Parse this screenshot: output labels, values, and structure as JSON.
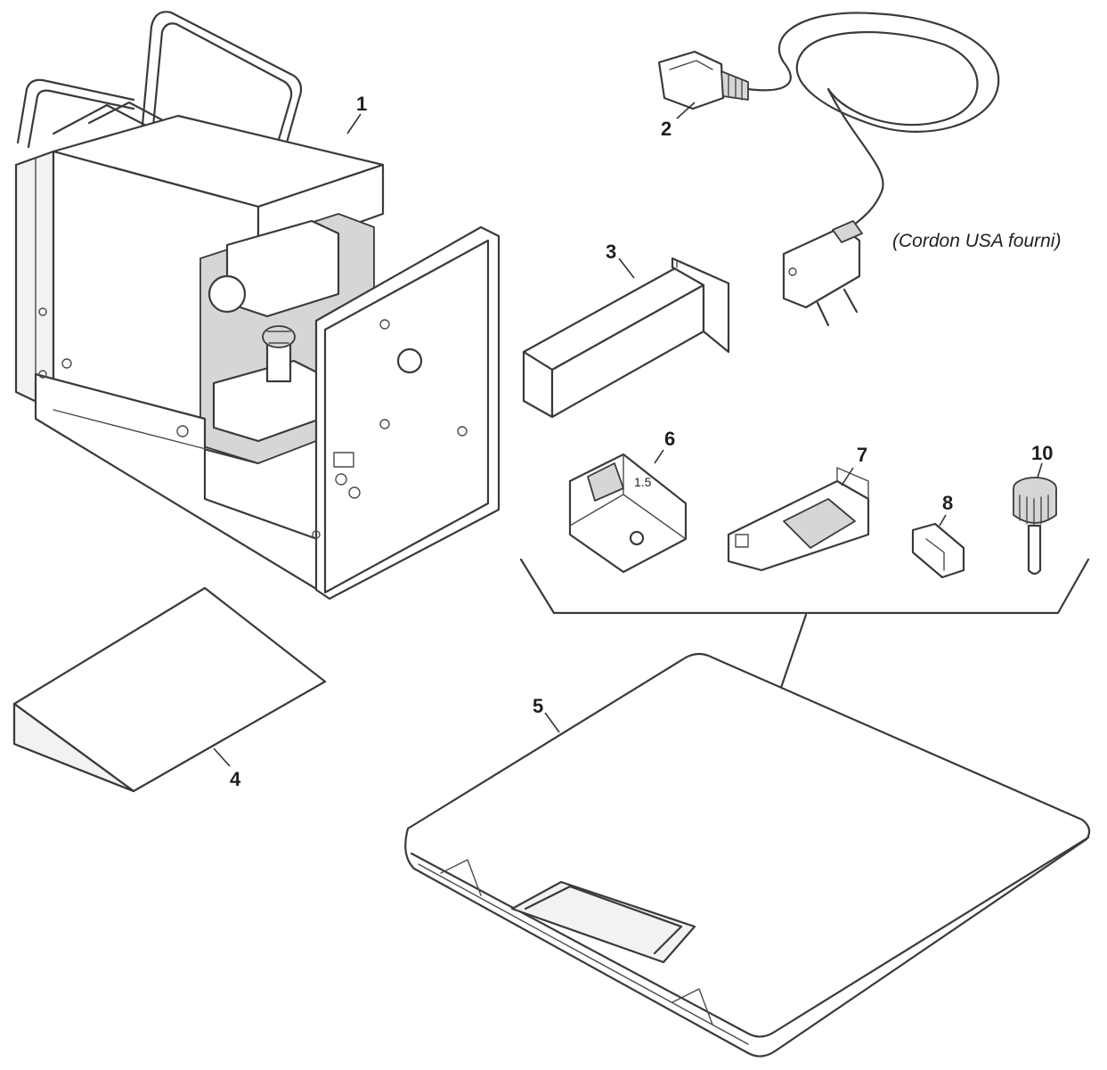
{
  "callouts": {
    "c1": "1",
    "c2": "2",
    "c3": "3",
    "c4": "4",
    "c5": "5",
    "c6": "6",
    "c7": "7",
    "c8": "8",
    "c10": "10"
  },
  "note": "(Cordon USA fourni)",
  "part6_marking": "1.5"
}
